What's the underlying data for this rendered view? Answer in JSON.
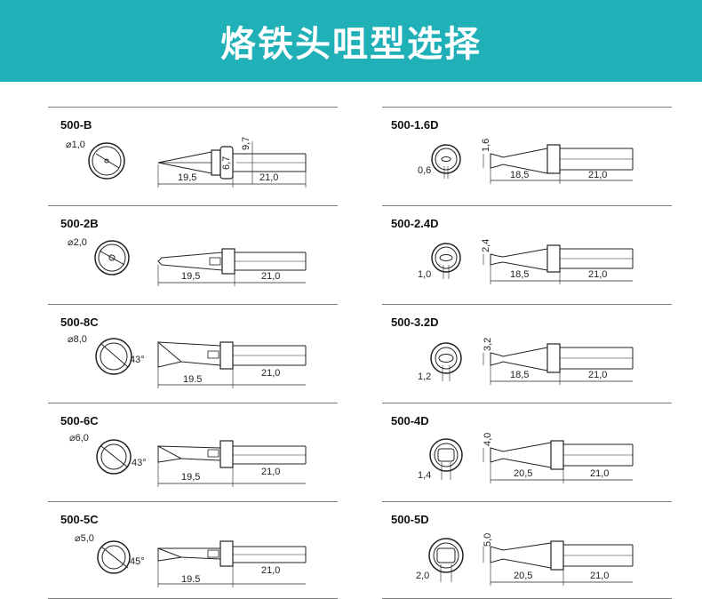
{
  "header": {
    "title": "烙铁头咀型选择",
    "color": "#1fb1b7"
  },
  "tips_left": [
    {
      "model": "500-B",
      "type": "B",
      "diameter": "⌀1,0",
      "dim_a": "9,7",
      "dim_b": "6,7",
      "length_tip": "19,5",
      "length_shank": "21,0"
    },
    {
      "model": "500-2B",
      "type": "B",
      "diameter": "⌀2,0",
      "length_tip": "19,5",
      "length_shank": "21,0"
    },
    {
      "model": "500-8C",
      "type": "C",
      "diameter": "⌀8,0",
      "angle": "43°",
      "length_tip": "19.5",
      "length_shank": "21,0"
    },
    {
      "model": "500-6C",
      "type": "C",
      "diameter": "⌀6,0",
      "angle": "43°",
      "length_tip": "19,5",
      "length_shank": "21,0"
    },
    {
      "model": "500-5C",
      "type": "C",
      "diameter": "⌀5,0",
      "angle": "45°",
      "length_tip": "19.5",
      "length_shank": "21,0"
    }
  ],
  "tips_right": [
    {
      "model": "500-1.6D",
      "type": "D",
      "thickness": "0,6",
      "width": "1,6",
      "length_tip": "18,5",
      "length_shank": "21,0"
    },
    {
      "model": "500-2.4D",
      "type": "D",
      "thickness": "1,0",
      "width": "2,4",
      "length_tip": "18,5",
      "length_shank": "21,0"
    },
    {
      "model": "500-3.2D",
      "type": "D",
      "thickness": "1,2",
      "width": "3,2",
      "length_tip": "18,5",
      "length_shank": "21,0"
    },
    {
      "model": "500-4D",
      "type": "D",
      "thickness": "1,4",
      "width": "4,0",
      "length_tip": "20,5",
      "length_shank": "21,0"
    },
    {
      "model": "500-5D",
      "type": "D",
      "thickness": "2,0",
      "width": "5,0",
      "length_tip": "20,5",
      "length_shank": "21,0"
    }
  ]
}
